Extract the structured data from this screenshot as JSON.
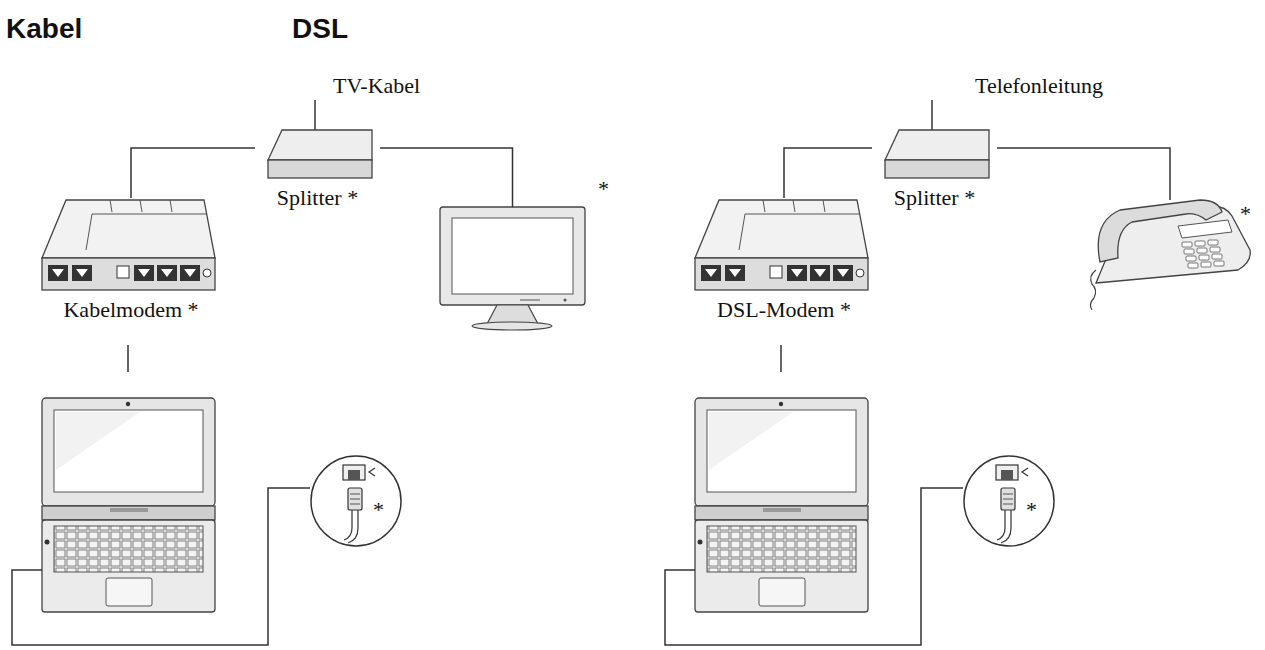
{
  "diagram": {
    "nodes": [
      {
        "text": [
          "Splitter *"
        ]
      },
      {
        "text": [
          "Kabelmodem *"
        ]
      },
      {
        "text": [
          "*"
        ]
      },
      {
        "text": [
          "*"
        ]
      },
      {
        "text": [
          "Splitter *"
        ]
      },
      {
        "text": [
          "DSL-Modem *"
        ]
      },
      {
        "text": [
          "*"
        ]
      },
      {
        "text": [
          "*"
        ]
      }
    ],
    "edges": [
      {
        "from": 0,
        "to": 1,
        "arrow": "none"
      },
      {
        "from": 0,
        "to": 2,
        "arrow": "none"
      },
      {
        "from": 4,
        "to": 5,
        "arrow": "none"
      },
      {
        "from": 4,
        "to": 6,
        "arrow": "none"
      }
    ],
    "labels": [
      "Kabel",
      "DSL",
      "TV-Kabel",
      "Telefonleitung"
    ]
  }
}
